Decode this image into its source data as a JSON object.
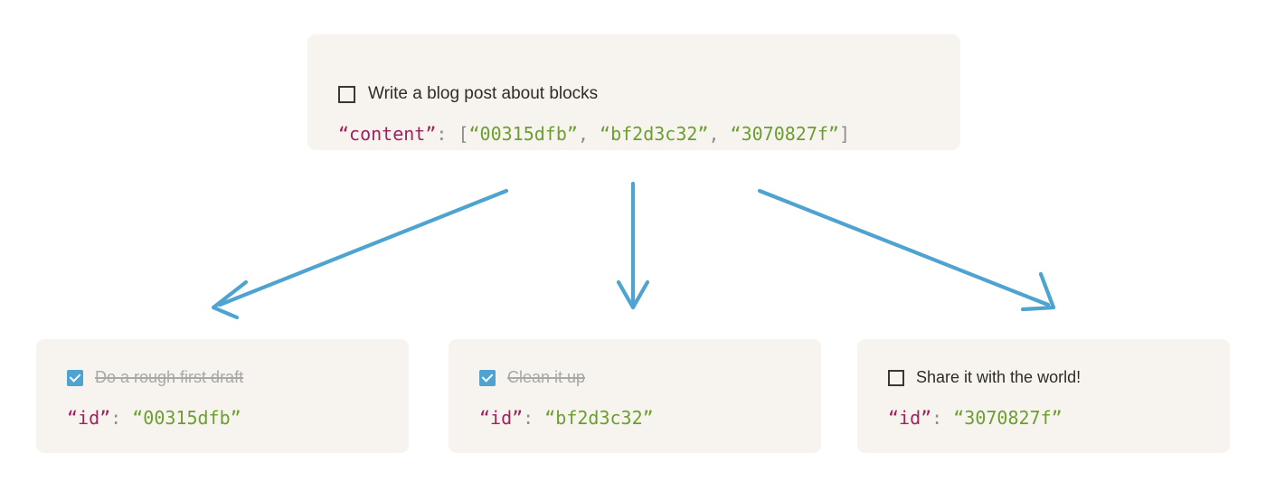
{
  "diagram": {
    "title_semantic": "block-reference-tree",
    "colors": {
      "card_background": "#f7f4ef",
      "arrow": "#4ea3d1",
      "checkbox_checked": "#4ea3d1",
      "checkbox_unchecked_border": "#3b3832",
      "label_text": "#2e2c28",
      "label_done_text": "#a8a8a8",
      "json_key": "#a0215c",
      "json_string": "#6c9e30",
      "json_punctuation": "#8e8e8e",
      "page_background": "#ffffff"
    }
  },
  "root_card": {
    "checkbox_state": "unchecked",
    "label": "Write a blog post about blocks",
    "json": {
      "key": "“content”",
      "colon": ": ",
      "open_bracket": "[",
      "values": [
        "“00315dfb”",
        "“bf2d3c32”",
        "“3070827f”"
      ],
      "separator": ", ",
      "close_bracket": "]"
    }
  },
  "leaf_cards": [
    {
      "checkbox_state": "checked",
      "label": "Do a rough first draft",
      "done": true,
      "json": {
        "key": "“id”",
        "colon": ": ",
        "value": "“00315dfb”"
      }
    },
    {
      "checkbox_state": "checked",
      "label": "Clean it up",
      "done": true,
      "json": {
        "key": "“id”",
        "colon": ": ",
        "value": "“bf2d3c32”"
      }
    },
    {
      "checkbox_state": "unchecked",
      "label": "Share it with the world!",
      "done": false,
      "json": {
        "key": "“id”",
        "colon": ": ",
        "value": "“3070827f”"
      }
    }
  ],
  "arrows": [
    {
      "name": "arrow-root-to-leaf-0",
      "direction": "down-left"
    },
    {
      "name": "arrow-root-to-leaf-1",
      "direction": "down"
    },
    {
      "name": "arrow-root-to-leaf-2",
      "direction": "down-right"
    }
  ]
}
